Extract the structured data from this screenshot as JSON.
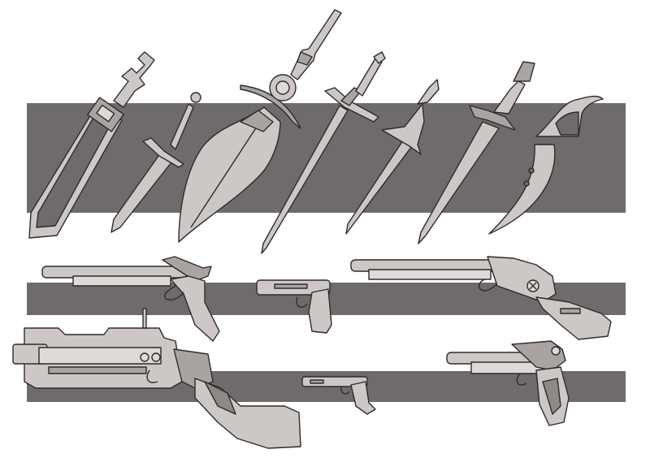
{
  "colors": {
    "background": "#ffffff",
    "band": "#6f6b6c",
    "metal": "#cdc8c6",
    "metal_light": "#dedad8",
    "metal_dark": "#a9a4a2",
    "outline": "#2f2b2b",
    "ornament": "#8f8986"
  },
  "swords": [
    {
      "name": "broad-dagger"
    },
    {
      "name": "short-sword"
    },
    {
      "name": "leaf-blade-ornate"
    },
    {
      "name": "long-rapier"
    },
    {
      "name": "stiletto"
    },
    {
      "name": "ornate-dagger"
    },
    {
      "name": "curved-blade"
    }
  ],
  "guns": [
    {
      "name": "long-pistol-top-left"
    },
    {
      "name": "compact-pistol"
    },
    {
      "name": "long-revolver-right"
    },
    {
      "name": "heavy-rifle"
    },
    {
      "name": "mini-pistol"
    },
    {
      "name": "ornate-pistol"
    }
  ]
}
